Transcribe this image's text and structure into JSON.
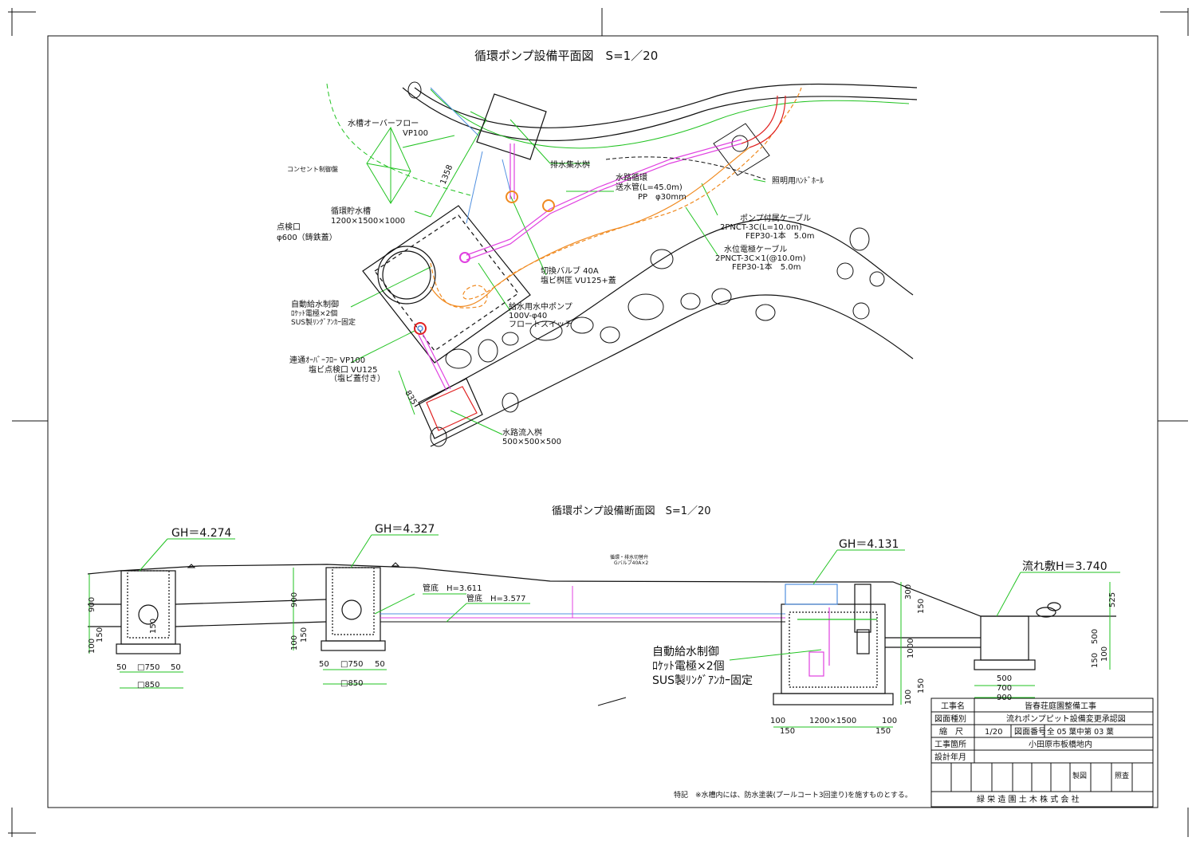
{
  "plan": {
    "title": "循環ポンプ設備平面図　S=1／20",
    "labels": {
      "tank_overflow": "水槽オーバーフロー",
      "tank_overflow_pipe": "VP100",
      "outlet_box": "コンセント制御盤",
      "drain_box": "排水集水桝",
      "circ_pipe_1": "水路循環",
      "circ_pipe_2": "送水管(L=45.0m)",
      "circ_pipe_3": "PP　φ30mm",
      "handhole": "照明用ﾊﾝﾄﾞﾎｰﾙ",
      "tank_1": "循環貯水槽",
      "tank_2": "1200×1500×1000",
      "inspect_1": "点検口",
      "inspect_2": "φ600（鋳鉄蓋）",
      "pump_cable_1": "ポンプ付属ケーブル",
      "pump_cable_2": "2PNCT-3C(L=10.0m)",
      "pump_cable_3": "FEP30-1本　5.0m",
      "level_cable_1": "水位電極ケーブル",
      "level_cable_2": "2PNCT-3C×1(@10.0m)",
      "level_cable_3": "FEP30-1本　5.0m",
      "valve_1": "切換バルブ 40A",
      "valve_2": "塩ビ桝匡 VU125+蓋",
      "autofeed_1": "自動給水制御",
      "autofeed_2": "ﾛｹｯﾄ電極×2個",
      "autofeed_3": "SUS製ﾘﾝｸﾞｱﾝｶｰ固定",
      "pump_1": "給水用水中ポンプ",
      "pump_2": "100V-φ40",
      "pump_3": "フロートスイッチ",
      "conn_1": "連通ｵｰﾊﾞｰﾌﾛｰ VP100",
      "conn_2": "塩ビ点検口 VU125",
      "conn_3": "（塩ビ蓋付き）",
      "inlet_1": "水路流入桝",
      "inlet_2": "500×500×500",
      "dim_1358": "1358",
      "dim_835": "835"
    }
  },
  "section": {
    "title": "循環ポンプ設備断面図　S=1／20",
    "gh1": "GH＝4.274",
    "gh2": "GH＝4.327",
    "gh3": "GH＝4.131",
    "flow": "流れ敷H＝3.740",
    "pipe1": "管底　H=3.611",
    "pipe2": "管底　H=3.577",
    "valve_small_1": "循環・排水切替弁",
    "valve_small_2": "Gバルブ40A×2",
    "autofeed_1": "自動給水制御",
    "autofeed_2": "ﾛｹｯﾄ電極×2個",
    "autofeed_3": "SUS製ﾘﾝｸﾞｱﾝｶｰ固定",
    "dims": {
      "d900": "900",
      "d100": "100",
      "d150": "150",
      "d50": "50",
      "d750": "□750",
      "d850": "□850",
      "d300": "300",
      "d1000": "1000",
      "d1200": "1200×1500",
      "d525": "525",
      "d500": "500",
      "d700": "700"
    }
  },
  "title_block": {
    "rows": [
      {
        "key": "工事名",
        "value": "皆春荘庭園整備工事"
      },
      {
        "key": "図面種別",
        "value": "流れポンプピット設備変更承認図"
      },
      {
        "key": "縮　尺",
        "value": "1/20"
      },
      {
        "key": "工事箇所",
        "value": "小田原市板橋地内"
      },
      {
        "key": "設計年月",
        "value": ""
      }
    ],
    "drawing_no_label": "図面番号",
    "drawing_no": "全 05 葉中第 03 葉",
    "seisu": "製図",
    "shosa": "照査",
    "company": "緑 栄 造 園 土 木 株 式 会 社"
  },
  "note": "特記　※水槽内には、防水塗装(プールコート3回塗り)を施すものとする。",
  "colors": {
    "green": "#22c322",
    "magenta": "#e040e0",
    "orange": "#f08a20",
    "red": "#e02020",
    "blue": "#5090e0",
    "cyan": "#40b0d0"
  }
}
